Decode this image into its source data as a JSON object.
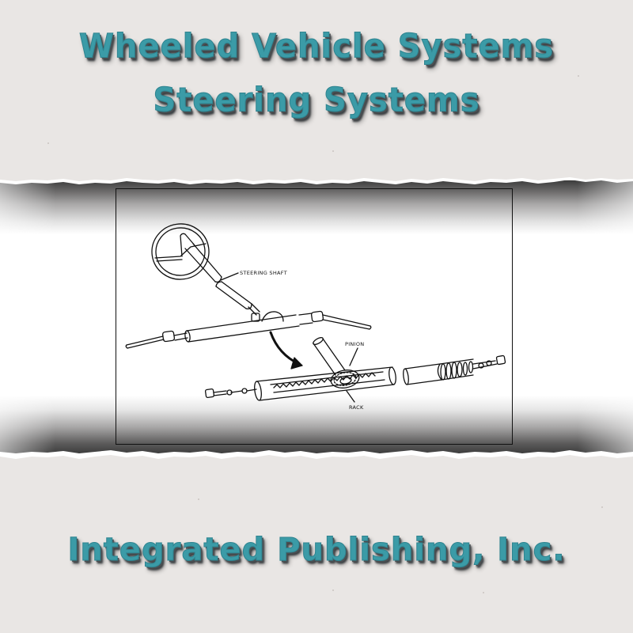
{
  "cover": {
    "title_line_1": "Wheeled Vehicle Systems",
    "title_line_2": "Steering Systems",
    "publisher": "Integrated Publishing, Inc."
  },
  "diagram": {
    "labels": {
      "steering_shaft": "STEERING SHAFT",
      "pinion": "PINION",
      "rack": "RACK"
    }
  },
  "colors": {
    "title_teal": "#3b9ba7",
    "title_shadow": "#4a4f52",
    "paper_background": "#e9e6e4",
    "band_white": "#ffffff",
    "diagram_ink": "#111111"
  }
}
